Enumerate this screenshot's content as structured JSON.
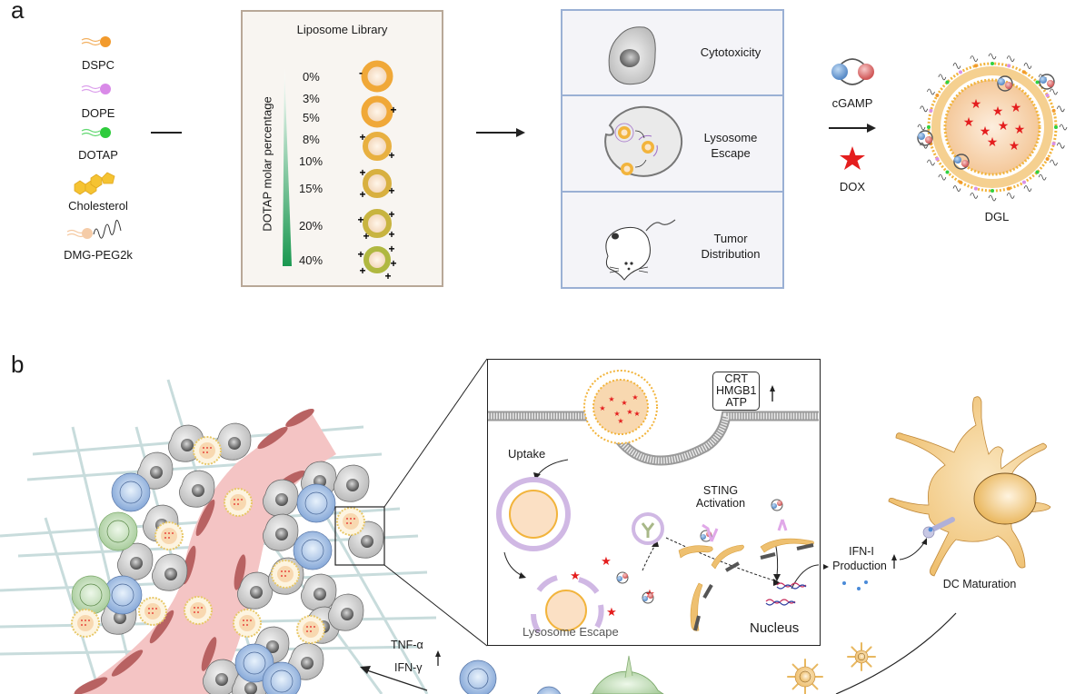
{
  "panel_a": {
    "letter": "a",
    "components": [
      {
        "name": "DSPC",
        "color": "#f0a040"
      },
      {
        "name": "DOPE",
        "color": "#d890e8"
      },
      {
        "name": "DOTAP",
        "color": "#30d040"
      },
      {
        "name": "Cholesterol",
        "color": "#f5c030"
      },
      {
        "name": "DMG-PEG2k",
        "color": "#f5c8a0"
      }
    ],
    "library": {
      "title": "Liposome Library",
      "axis_label": "DOTAP molar percentage",
      "percentages": [
        "0%",
        "3%",
        "5%",
        "8%",
        "10%",
        "15%",
        "20%",
        "40%"
      ],
      "charges": [
        "-",
        "+",
        "+ +",
        "+ + +",
        "+ + + +",
        "+ + + + +"
      ]
    },
    "assays": [
      {
        "label": "Cytotoxicity",
        "icon": "tumor-cell-icon"
      },
      {
        "label": "Lysosome\nEscape",
        "line1": "Lysosome",
        "line2": "Escape",
        "icon": "lysosome-icon"
      },
      {
        "label": "Tumor Distribution",
        "line1": "Tumor",
        "line2": "Distribution",
        "icon": "mouse-icon"
      }
    ],
    "payloads": {
      "cgamp": "cGAMP",
      "dox": "DOX"
    },
    "product": "DGL",
    "colors": {
      "dox": "#e41e1e",
      "cgamp_blue": "#6a9fd8",
      "cgamp_red": "#e07070",
      "library_gradient": "#1a9850"
    }
  },
  "panel_b": {
    "letter": "b",
    "inset": {
      "markers": [
        "CRT",
        "HMGB1",
        "ATP"
      ],
      "uptake": "Uptake",
      "lysosome_escape": "Lysosome Escape",
      "sting": [
        "STING",
        "Activation"
      ],
      "nucleus": "Nucleus"
    },
    "ifn": [
      "IFN-I",
      "Production"
    ],
    "dc_maturation": "DC Maturation",
    "cytokines": [
      "TNF-α",
      "IFN-γ"
    ],
    "colors": {
      "vessel": "#f4c4c4",
      "endothelium": "#b86060",
      "tumor_cell": "#c8c8c8",
      "t_cell": "#a8c4e8",
      "nk_cell": "#b8d8b0",
      "dc": "#f2c880"
    }
  }
}
